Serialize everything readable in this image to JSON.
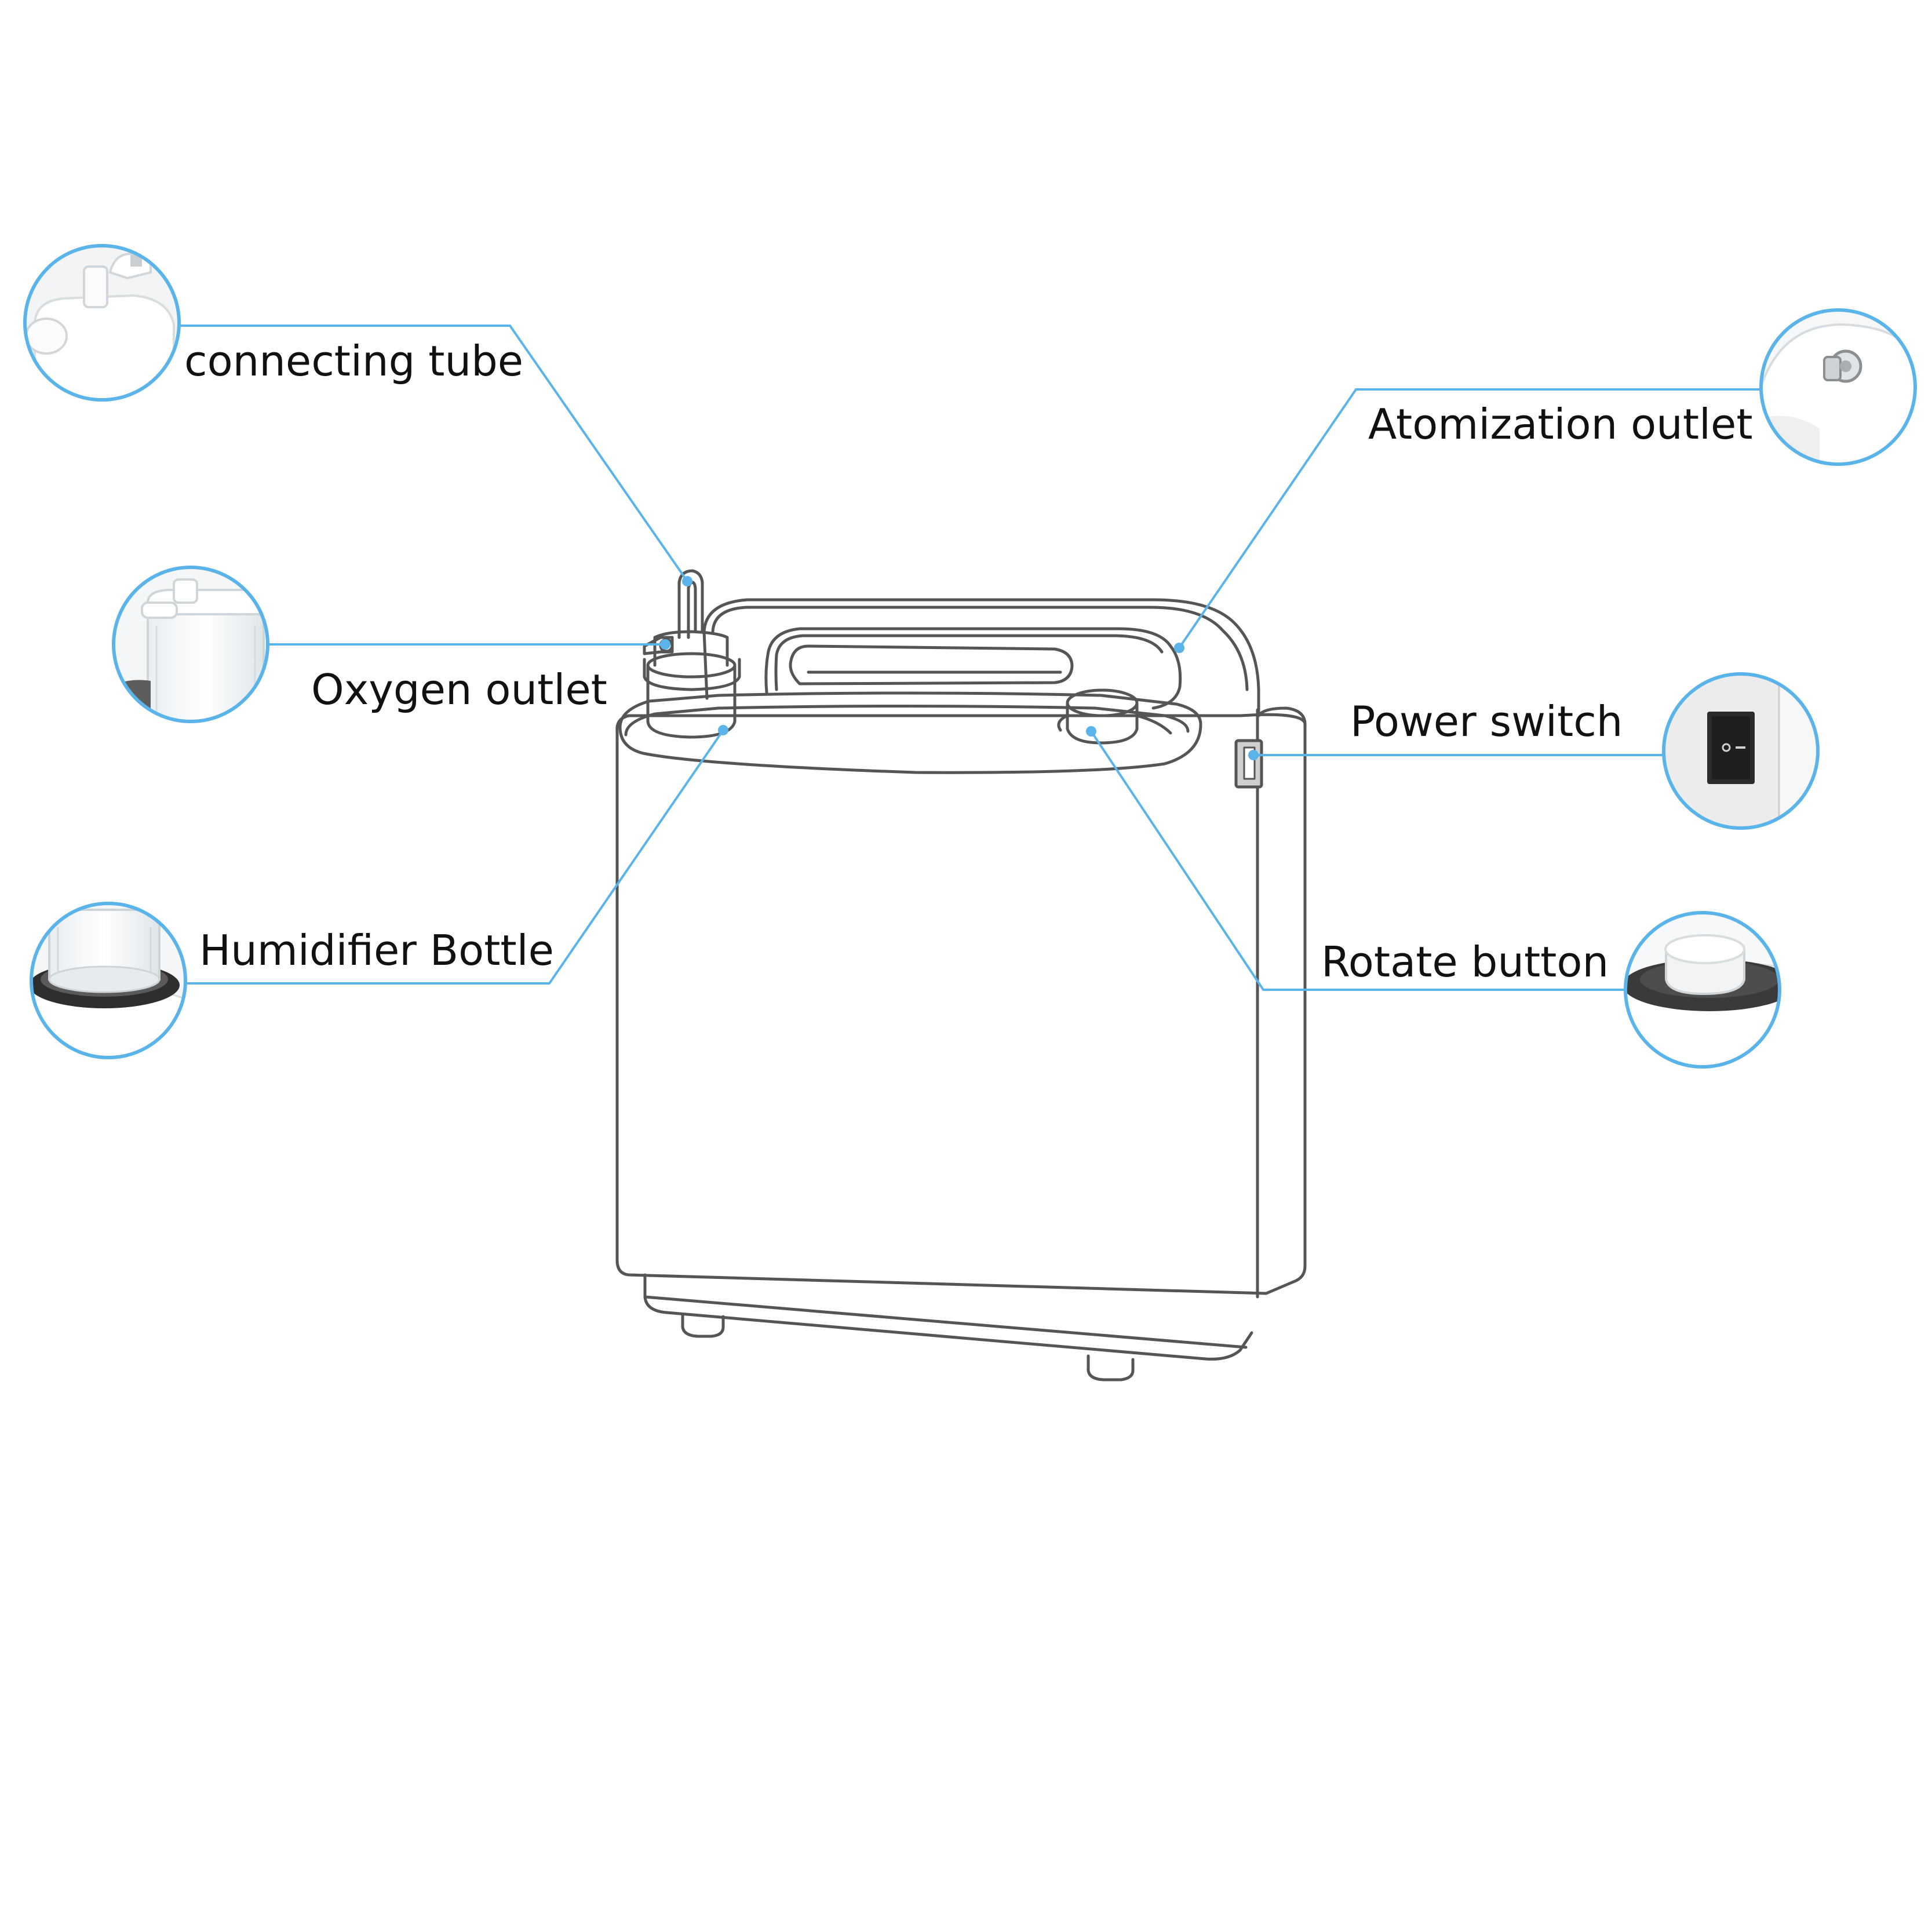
{
  "labels": {
    "connecting_tube": "connecting tube",
    "oxygen_outlet": "Oxygen outlet",
    "humidifier_bottle": "Humidifier Bottle",
    "atomization_outlet": "Atomization outlet",
    "power_switch": "Power switch",
    "rotate_button": "Rotate button"
  },
  "colors": {
    "callout": "#5ab4ea",
    "outline": "#555555",
    "text": "#111111",
    "background": "#ffffff"
  },
  "icons": {
    "connecting_tube": "connecting-tube-thumbnail-icon",
    "oxygen_outlet": "oxygen-outlet-thumbnail-icon",
    "humidifier_bottle": "humidifier-bottle-thumbnail-icon",
    "atomization_outlet": "atomization-outlet-thumbnail-icon",
    "power_switch": "power-switch-thumbnail-icon",
    "rotate_button": "rotate-button-thumbnail-icon"
  }
}
